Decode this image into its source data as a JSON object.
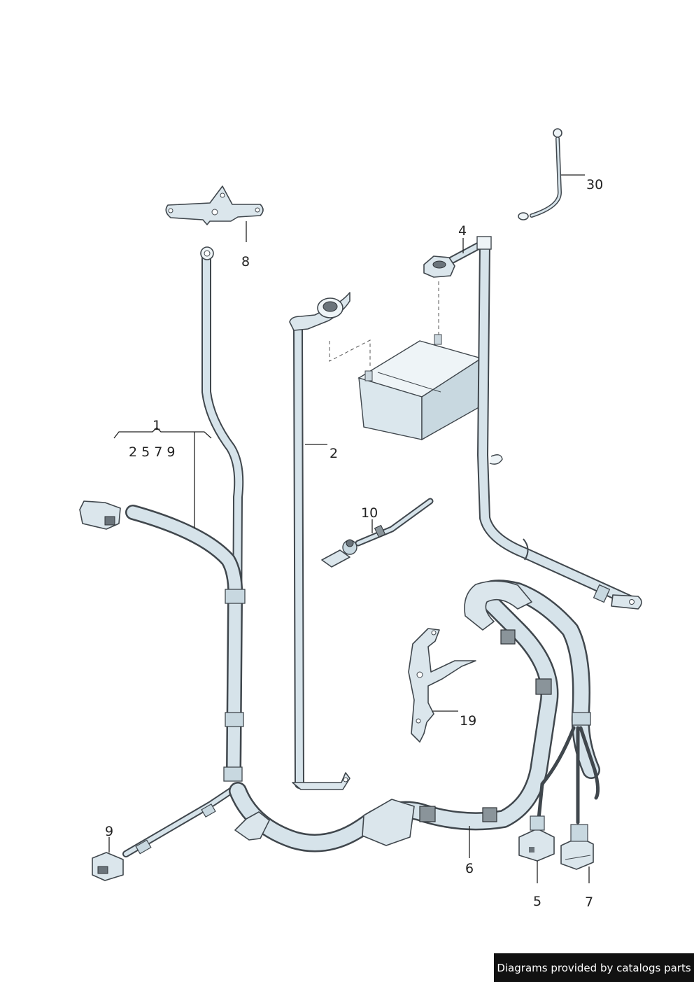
{
  "callouts": {
    "c1": "1",
    "c1_sub": "2 5 7 9",
    "c2": "2",
    "c4": "4",
    "c5": "5",
    "c6": "6",
    "c7": "7",
    "c8": "8",
    "c9": "9",
    "c10": "10",
    "c19": "19",
    "c30": "30"
  },
  "banner": "Diagrams provided by catalogs parts",
  "colors": {
    "cable_fill": "#d6e3ea",
    "outline": "#40474d",
    "battery": "#d4e2e8",
    "banner_bg": "#111111"
  }
}
